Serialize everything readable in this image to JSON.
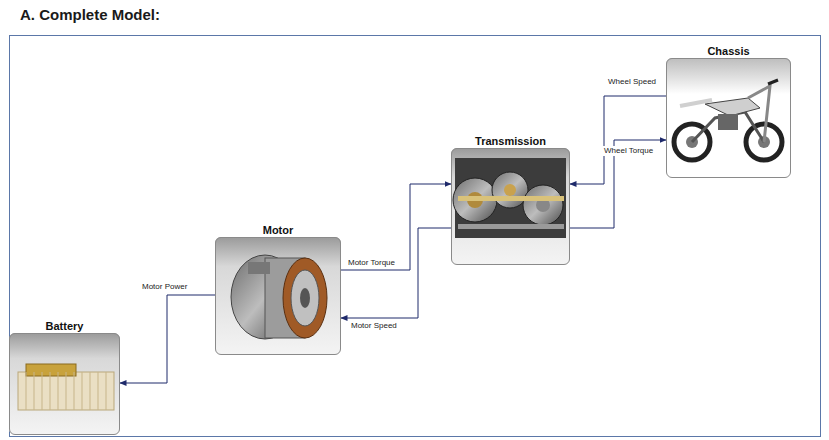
{
  "diagram": {
    "title": "A. Complete Model:",
    "nodes": [
      {
        "text": [
          "Chassis"
        ]
      },
      {
        "text": [
          "Transmission"
        ]
      },
      {
        "text": [
          "Motor"
        ]
      },
      {
        "text": [
          "Battery"
        ]
      }
    ],
    "edges": [
      {
        "from": 0,
        "to": 1,
        "label": "Wheel Speed",
        "arrow": "to"
      },
      {
        "from": 1,
        "to": 0,
        "label": "Wheel Torque",
        "arrow": "to"
      },
      {
        "from": 2,
        "to": 1,
        "label": "Motor Torque",
        "arrow": "to"
      },
      {
        "from": 1,
        "to": 2,
        "label": "Motor Speed",
        "arrow": "to"
      },
      {
        "from": 2,
        "to": 3,
        "label": "Motor Power",
        "arrow": "to"
      }
    ]
  }
}
